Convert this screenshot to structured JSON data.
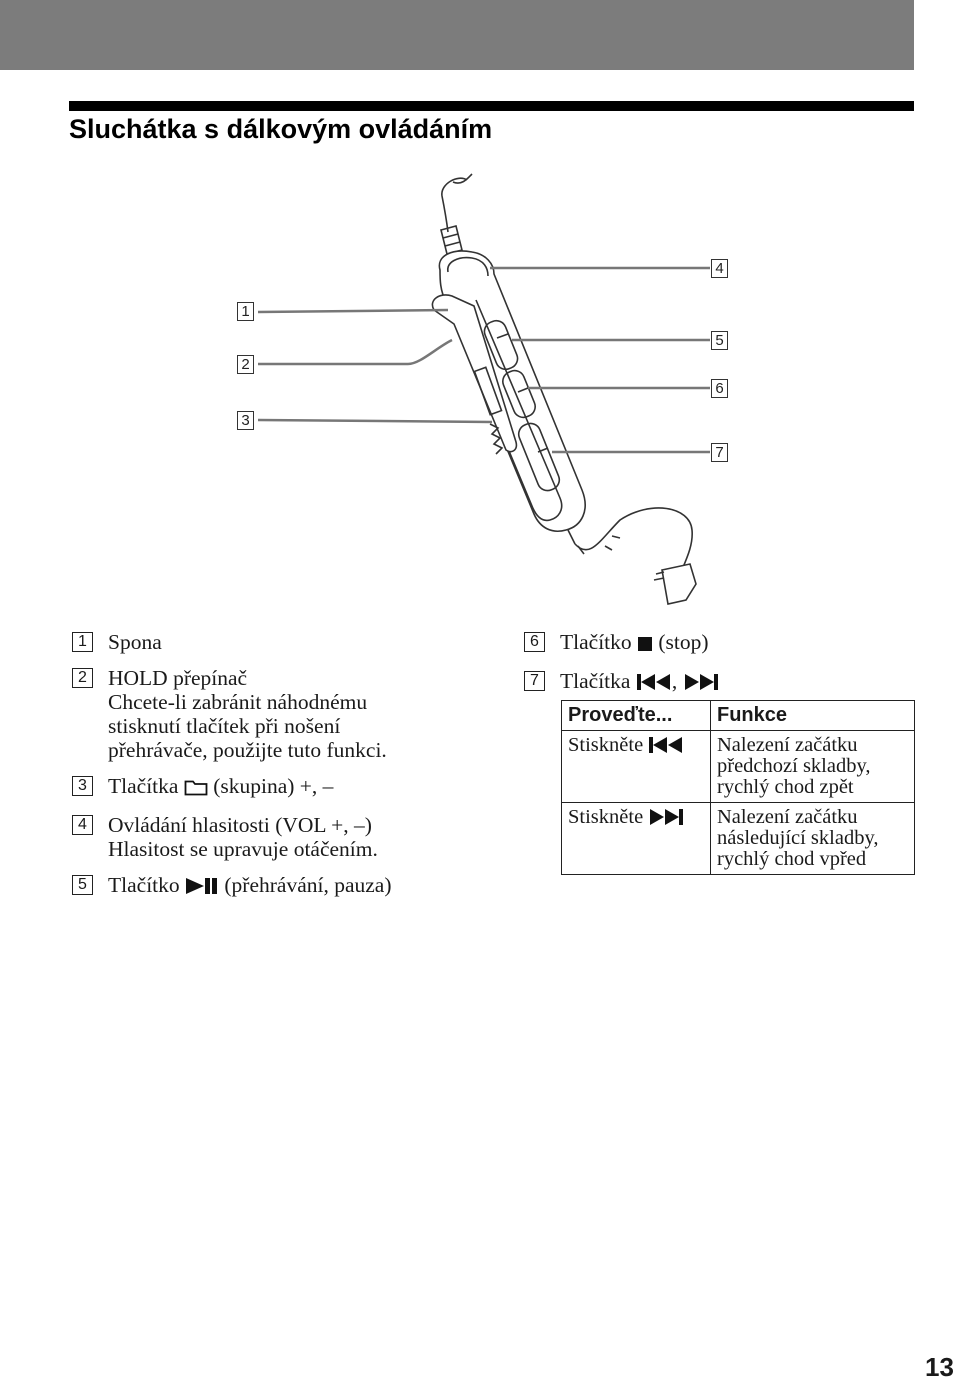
{
  "header": {
    "title": "Sluchátka s dálkovým ovládáním"
  },
  "figure": {
    "callouts": [
      "1",
      "2",
      "3",
      "4",
      "5",
      "6",
      "7"
    ],
    "device": "remote-control-headphones-illustration"
  },
  "legend_left": [
    {
      "num": "1",
      "text": "Spona",
      "sub": []
    },
    {
      "num": "2",
      "text": "HOLD přepínač",
      "sub": [
        "Chcete-li zabránit náhodnému",
        "stisknutí tlačítek při nošení",
        "přehrávače, použijte tuto funkci."
      ]
    },
    {
      "num": "3",
      "pre": "Tlačítka",
      "icon": "folder-icon",
      "post": "(skupina) +, –",
      "sub": []
    },
    {
      "num": "4",
      "text": "Ovládání hlasitosti (VOL +, –)",
      "sub": [
        "Hlasitost se upravuje otáčením."
      ]
    },
    {
      "num": "5",
      "pre": "Tlačítko",
      "icon": "play-pause-icon",
      "post": "(přehrávání, pauza)",
      "sub": []
    }
  ],
  "legend_right": [
    {
      "num": "6",
      "pre": "Tlačítko",
      "icon": "stop-icon",
      "post": "(stop)"
    },
    {
      "num": "7",
      "pre": "Tlačítka",
      "icon": "prev-track-icon",
      "mid": ",",
      "icon2": "next-track-icon"
    }
  ],
  "table": {
    "headers": [
      "Proveďte...",
      "Funkce"
    ],
    "rows": [
      {
        "action": "Stiskněte",
        "icon": "prev-track-icon",
        "function": "Nalezení začátku\npředchozí skladby,\nrychlý chod zpět"
      },
      {
        "action": "Stiskněte",
        "icon": "next-track-icon",
        "function": "Nalezení začátku\nnásledující skladby,\nrychlý chod vpřed"
      }
    ]
  },
  "page_number": "13"
}
